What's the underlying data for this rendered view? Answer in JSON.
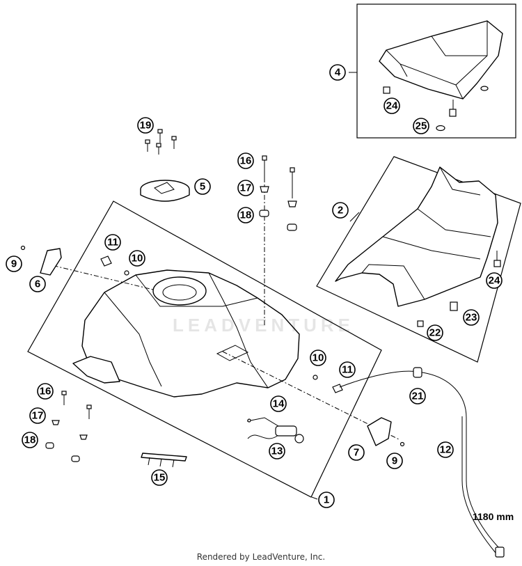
{
  "callouts": [
    "1",
    "2",
    "4",
    "5",
    "6",
    "7",
    "9",
    "10",
    "11",
    "12",
    "13",
    "14",
    "15",
    "16",
    "17",
    "18",
    "19",
    "21",
    "22",
    "23",
    "24",
    "25"
  ],
  "dimension": {
    "length": "1180 mm"
  },
  "watermark": {
    "text": "LEADVENTURE"
  },
  "footer": {
    "text": "Rendered by LeadVenture, Inc."
  }
}
